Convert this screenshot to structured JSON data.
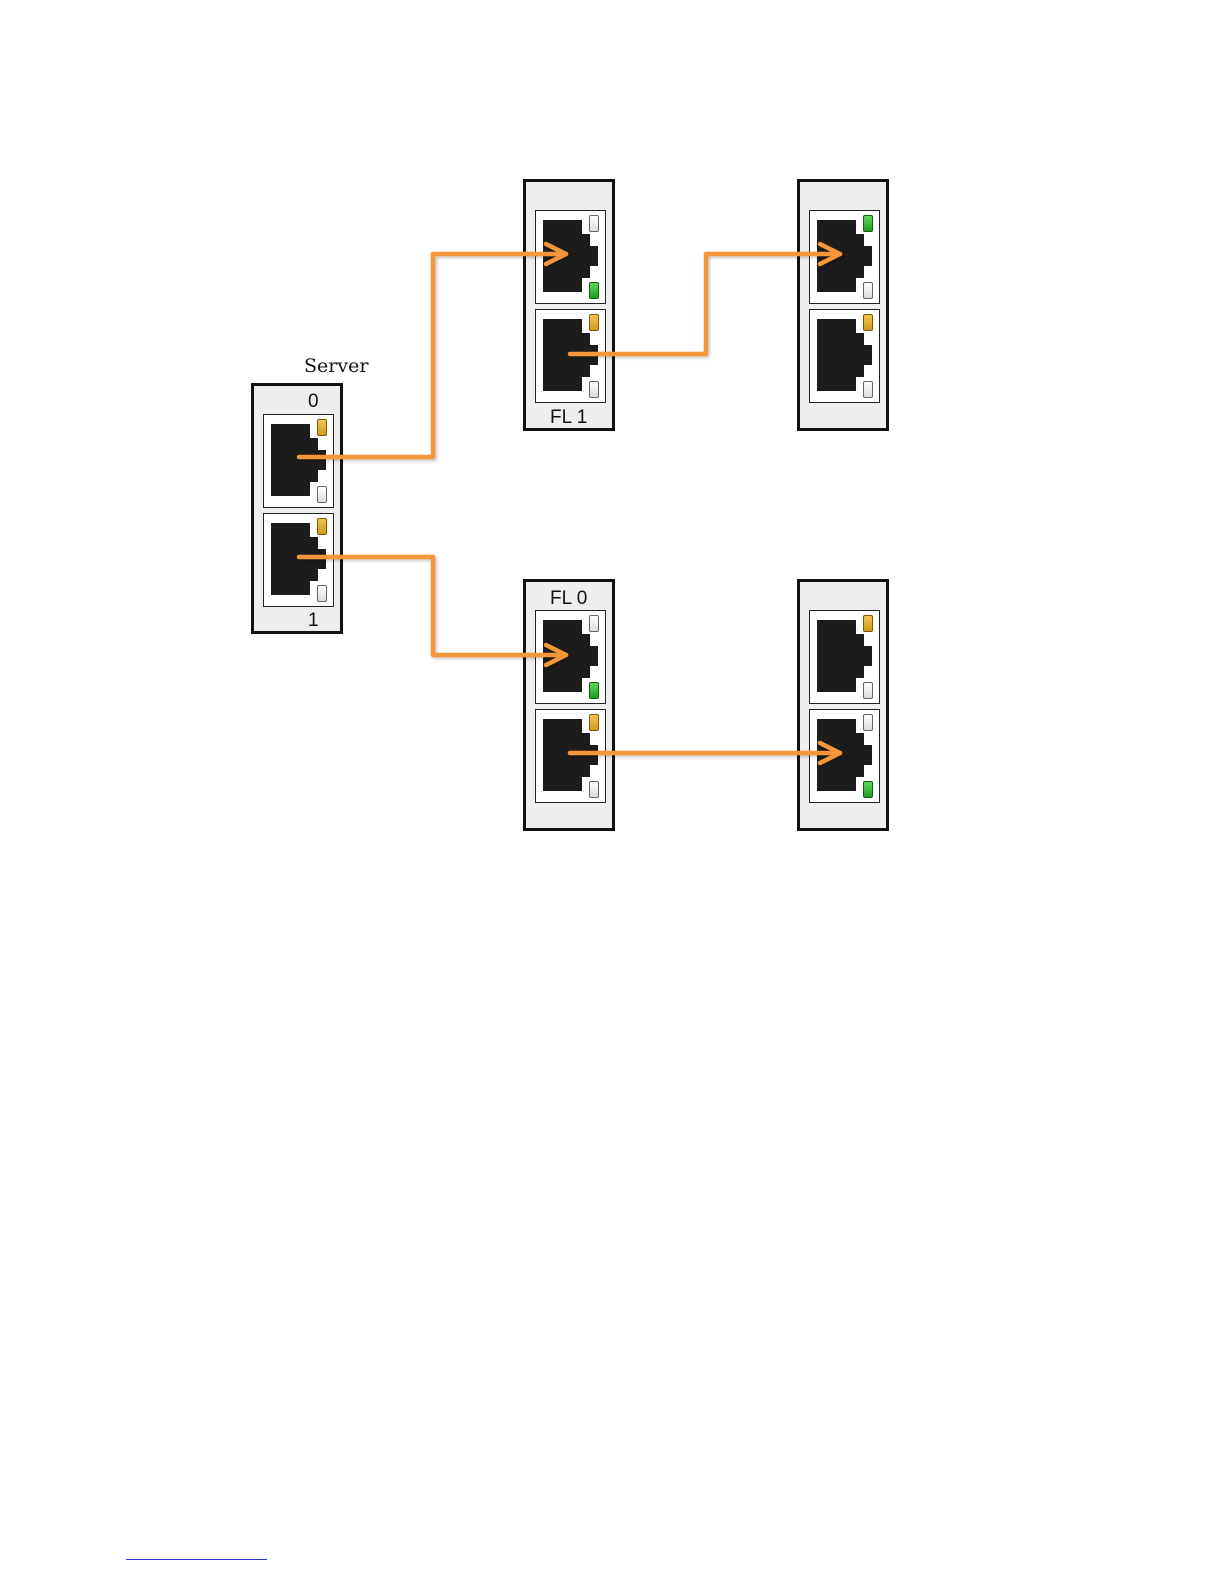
{
  "server": {
    "title": "Server",
    "port0_label": "0",
    "port1_label": "1"
  },
  "switch_fl1": {
    "label": "FL 1"
  },
  "switch_fl0": {
    "label": "FL 0"
  },
  "colors": {
    "cable": "#f5963a",
    "led_amber": "#e0a823",
    "led_green": "#2cb22c",
    "led_off": "#ececec",
    "port_jack": "#1c1c1c",
    "device_bg": "#eeeeee"
  },
  "devices": [
    {
      "name": "server",
      "ports": [
        {
          "led_top": "amber",
          "led_bottom": "off"
        },
        {
          "led_top": "amber",
          "led_bottom": "off"
        }
      ]
    },
    {
      "name": "switch-fl1",
      "ports": [
        {
          "led_top": "off",
          "led_bottom": "green"
        },
        {
          "led_top": "amber",
          "led_bottom": "off"
        }
      ]
    },
    {
      "name": "switch-right-top",
      "ports": [
        {
          "led_top": "green",
          "led_bottom": "off"
        },
        {
          "led_top": "amber",
          "led_bottom": "off"
        }
      ]
    },
    {
      "name": "switch-fl0",
      "ports": [
        {
          "led_top": "off",
          "led_bottom": "green"
        },
        {
          "led_top": "amber",
          "led_bottom": "off"
        }
      ]
    },
    {
      "name": "switch-right-bottom",
      "ports": [
        {
          "led_top": "amber",
          "led_bottom": "off"
        },
        {
          "led_top": "off",
          "led_bottom": "green"
        }
      ]
    }
  ],
  "connections": [
    {
      "from": "server port 0",
      "to": "FL 1 port top"
    },
    {
      "from": "server port 1",
      "to": "FL 0 port top"
    },
    {
      "from": "FL 1 port bottom",
      "to": "right-top port top"
    },
    {
      "from": "FL 0 port bottom",
      "to": "right-bottom port bottom"
    }
  ]
}
